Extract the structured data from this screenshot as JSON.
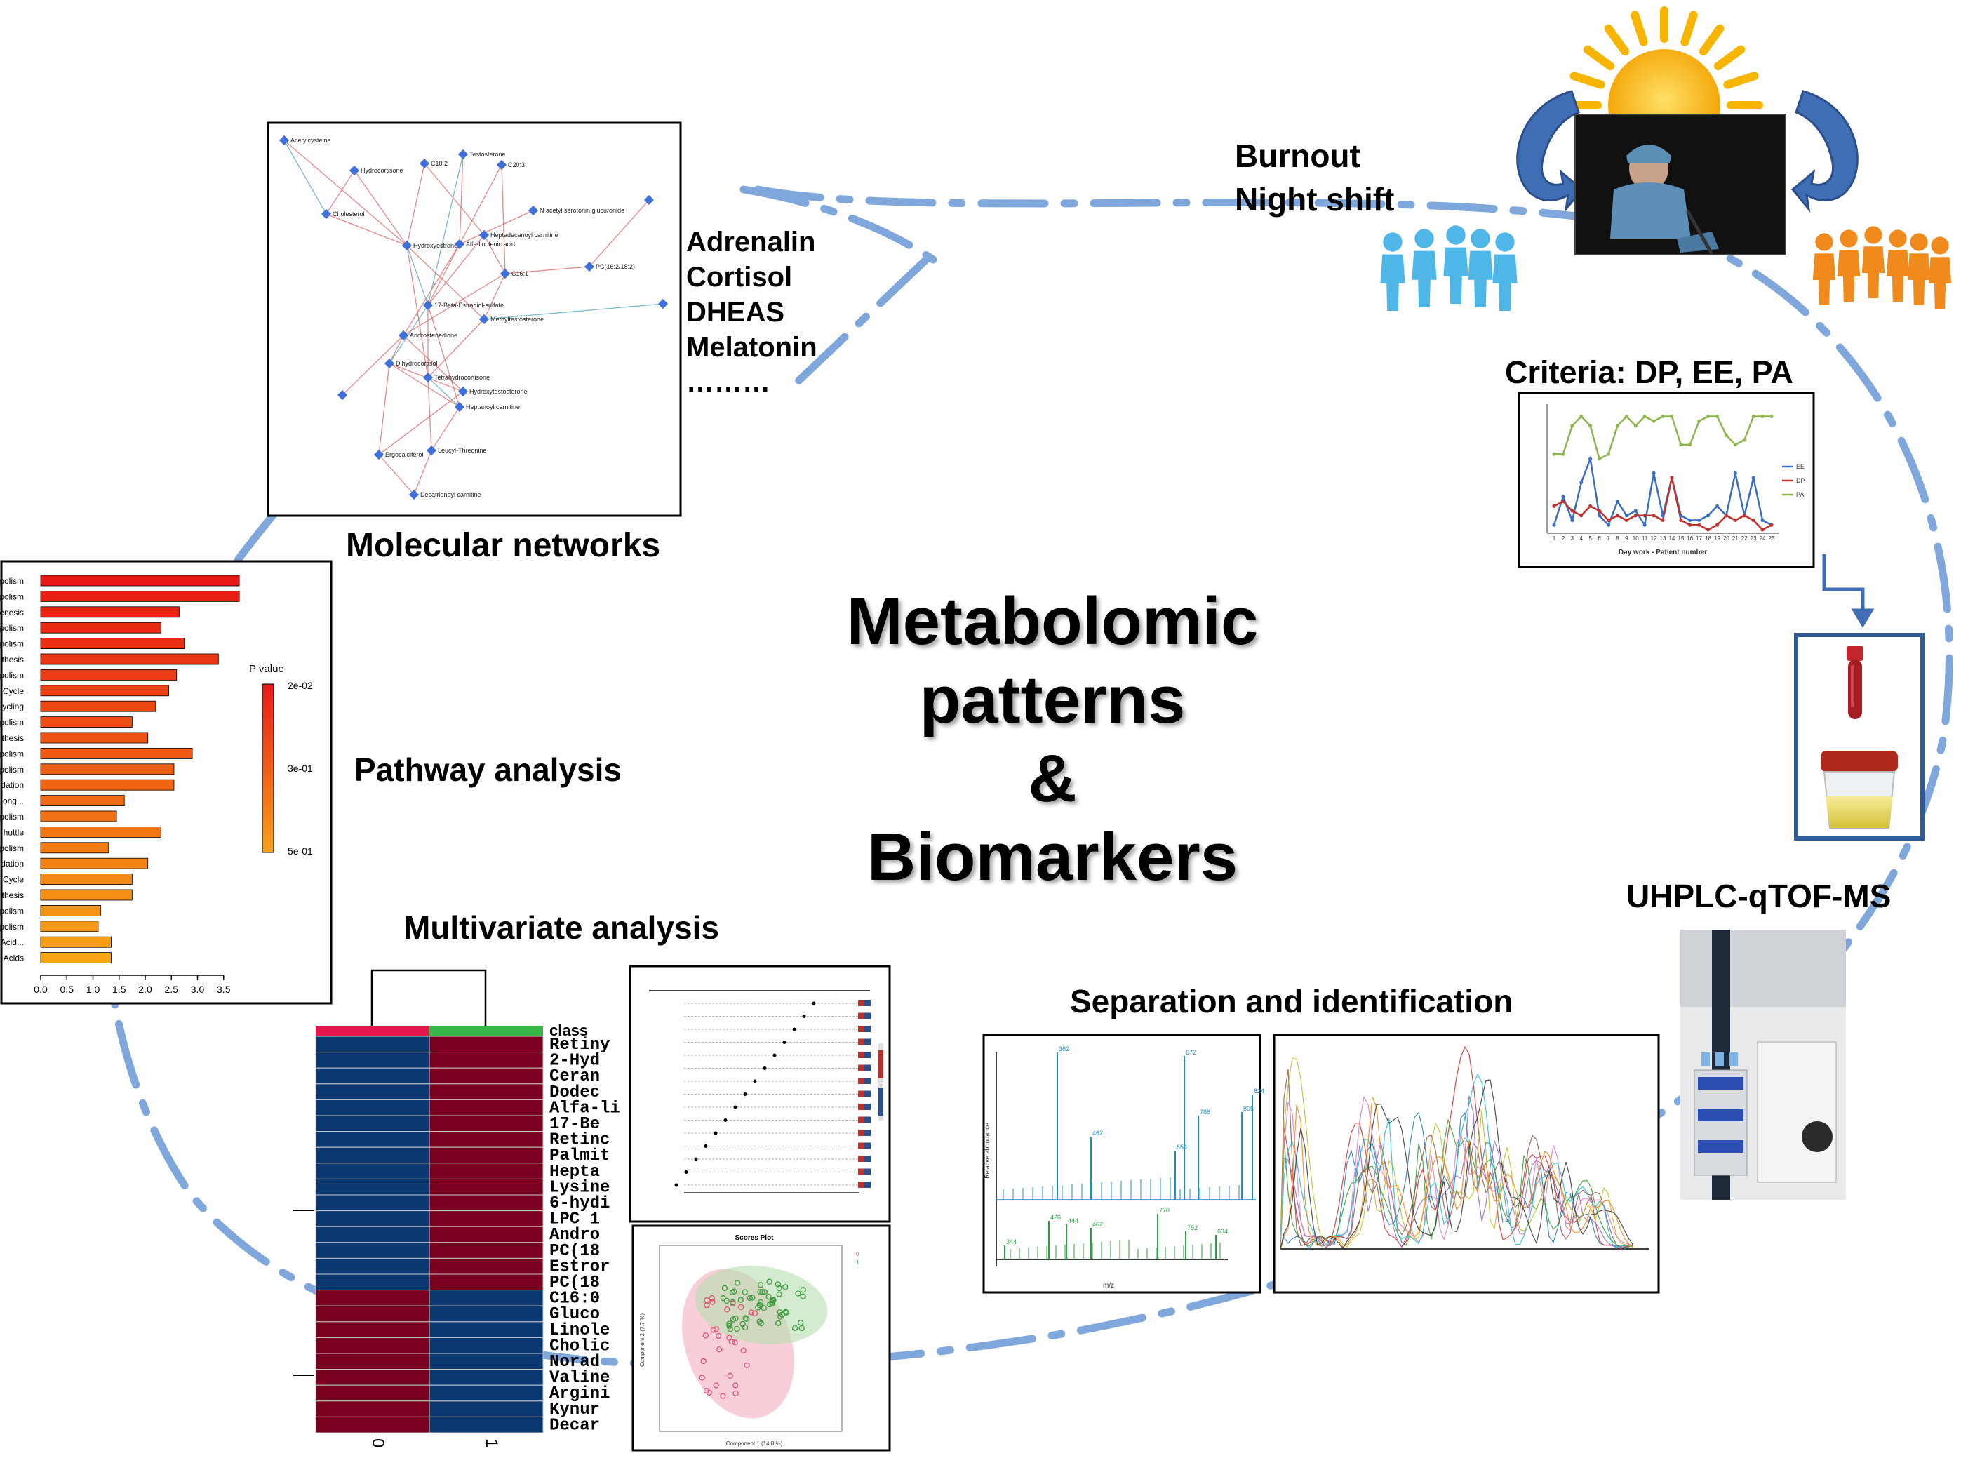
{
  "title": {
    "line1": "Metabolomic",
    "line2": "patterns",
    "line3": "&",
    "line4": "Biomarkers"
  },
  "labels": {
    "molecular_networks": "Molecular networks",
    "pathway_analysis": "Pathway analysis",
    "multivariate_analysis": "Multivariate analysis",
    "separation_identification": "Separation and identification",
    "uhplc": "UHPLC-qTOF-MS",
    "criteria": "Criteria: DP, EE, PA",
    "burnout": "Burnout",
    "night_shift": "Night shift"
  },
  "hormones": [
    "Adrenalin",
    "Cortisol",
    "DHEAS",
    "Melatonin",
    "………"
  ],
  "network_nodes": [
    "Acetylcysteine",
    "Hydrocortisone",
    "C18:2",
    "Testosterone",
    "C20:3",
    "Cholesterol",
    "N acetyl serotonin glucuronide",
    "Heptadecanoyl carnitine",
    "Hydroxyestrone",
    "Alfa-linolenic acid",
    "C16:1",
    "PC(16:2/18:2)",
    "17-Beta-Estradiol-sulfate",
    "Methyltestosterone",
    "Androstenedione",
    "Dihydrocortisol",
    "Tetrahydrocortisone",
    "Hydroxytestosterone",
    "Heptanoyl carnitine",
    "Ergocalciferol",
    "Leucyl-Threonine",
    "Decatrienoyl carnitine"
  ],
  "pathway": {
    "rows": [
      "polism",
      "polism",
      "enesis",
      "polism",
      "polism",
      "thesis",
      "polism",
      "Cycle",
      "ycling",
      "polism",
      "thesis",
      "polism",
      "polism",
      "dation",
      "long...",
      "polism",
      "huttle",
      "polism",
      "dation",
      "Cycle",
      "thesis",
      "polism",
      "polism",
      "Acid...",
      "Acids"
    ],
    "values": [
      3.8,
      3.8,
      2.65,
      2.3,
      2.75,
      3.4,
      2.6,
      2.45,
      2.2,
      1.75,
      2.05,
      2.9,
      2.55,
      2.55,
      1.6,
      1.45,
      2.3,
      1.3,
      2.05,
      1.75,
      1.75,
      1.15,
      1.1,
      1.35,
      1.35
    ],
    "axis_ticks": [
      "0.0",
      "0.5",
      "1.0",
      "1.5",
      "2.0",
      "2.5",
      "3.0",
      "3.5"
    ],
    "legend_title": "P value",
    "legend_ticks": [
      "2e-02",
      "3e-01",
      "5e-01"
    ]
  },
  "heatmap": {
    "header": "class",
    "rows": [
      "Retiny",
      "2-Hyd",
      "Ceran",
      "Dodec",
      "Alfa-li",
      "17-Be",
      "Retinc",
      "Palmit",
      "Hepta",
      "Lysine",
      "6-hydi",
      "LPC 1",
      "Andro",
      "PC(18",
      "Estror",
      "PC(18",
      "C16:0",
      "Gluco",
      "Linole",
      "Cholic",
      "Norad",
      "Valine",
      "Argini",
      "Kynur",
      "Decar"
    ],
    "col_labels": [
      "0",
      "1"
    ],
    "col0_color": "#e3174e",
    "col1_color": "#3ab54a",
    "high_color": "#7a0020",
    "low_color": "#0b3870"
  },
  "criteria_chart": {
    "legend": [
      "EE",
      "DP",
      "PA"
    ],
    "series_colors": [
      "#3a6ec4",
      "#c0302c",
      "#8db64e"
    ],
    "ee": [
      1,
      7,
      2,
      10,
      15,
      3,
      1,
      6,
      3,
      4,
      1,
      12,
      3,
      11,
      3,
      2,
      2,
      3,
      5,
      3,
      12,
      3,
      11,
      2,
      1
    ],
    "dp": [
      5,
      6,
      4,
      3,
      5,
      4,
      2,
      3,
      2,
      3,
      3,
      3,
      2,
      11,
      2,
      1,
      1,
      0,
      1,
      3,
      2,
      3,
      2,
      0,
      1
    ],
    "pa": [
      16,
      16,
      22,
      24,
      22,
      15,
      16,
      22,
      24,
      22,
      24,
      23,
      24,
      24,
      18,
      18,
      23,
      24,
      24,
      20,
      18,
      19,
      24,
      24,
      24
    ],
    "xaxis_label": "Day work - Patient number"
  },
  "scores_plot": {
    "title": "Scores Plot",
    "xlabel": "Component 1 (14.8 %)",
    "ylabel": "Component 2 (7.7 %)",
    "legend": [
      "0",
      "1"
    ],
    "group0_color": "#e05070",
    "group1_color": "#3a9a3a"
  },
  "ms_spectrum": {
    "top_peaks": [
      "362",
      "462",
      "654",
      "672",
      "788",
      "806",
      "824"
    ],
    "bottom_peaks": [
      "344",
      "426",
      "444",
      "462",
      "770",
      "752",
      "634"
    ],
    "xlabel": "m/z",
    "ylabel": "Relative abundance",
    "top_color": "#1b8fc4",
    "bottom_color": "#26a13c"
  },
  "colors": {
    "arrow": "#7fa7dc",
    "person_blue": "#4fb6e8",
    "person_orange": "#f08a1d",
    "sun": "#f7b500"
  }
}
